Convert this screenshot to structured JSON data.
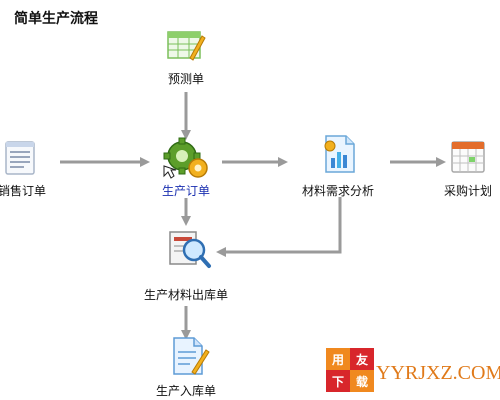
{
  "page": {
    "title": "简单生产流程"
  },
  "nodes": {
    "forecast": {
      "label": "预测单",
      "icon": "spreadsheet-icon"
    },
    "production_order": {
      "label": "生产订单",
      "icon": "gears-icon",
      "color": "#1a2fb0"
    },
    "sales_order": {
      "label": "销售订单",
      "icon": "document-list-icon"
    },
    "material_analysis": {
      "label": "材料需求分析",
      "icon": "chart-document-icon"
    },
    "purchase_plan": {
      "label": "采购计划",
      "icon": "calendar-icon"
    },
    "material_issue": {
      "label": "生产材料出库单",
      "icon": "search-document-icon"
    },
    "stock_in": {
      "label": "生产入库单",
      "icon": "edit-document-icon"
    }
  },
  "watermark": {
    "chars": [
      "用",
      "友",
      "下",
      "载"
    ],
    "url": "YYRJXZ.COM",
    "colors": {
      "orange": "#f0891f",
      "red": "#d8262b"
    }
  },
  "colors": {
    "arrow": "#9a9a9a",
    "link": "#1a2fb0"
  }
}
